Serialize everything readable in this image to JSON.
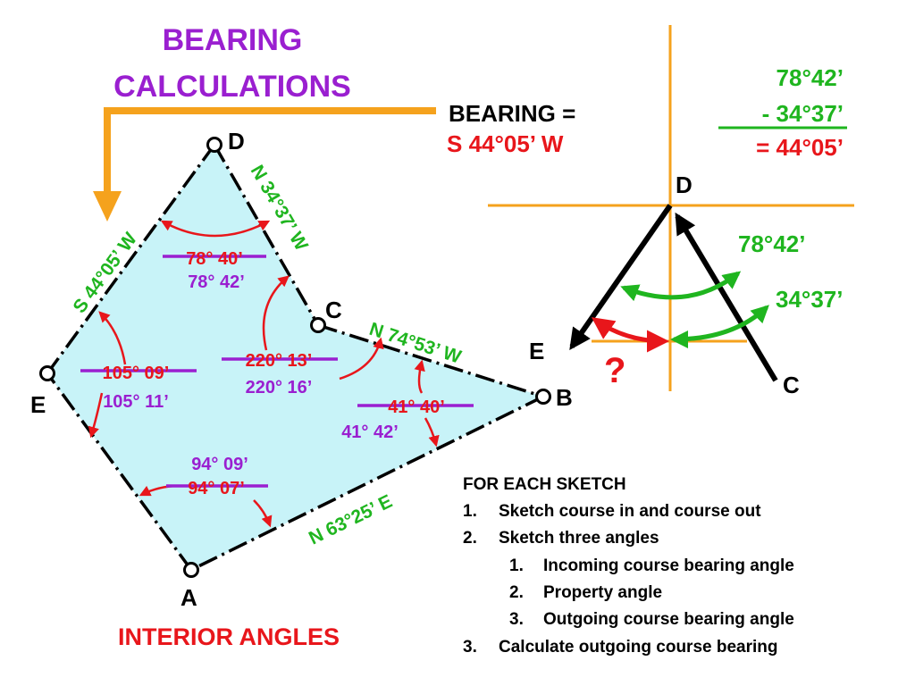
{
  "title": {
    "line1": "BEARING",
    "line2": "CALCULATIONS"
  },
  "bearing_result": {
    "label": "BEARING =",
    "value": "S 44°05’ W"
  },
  "calc": {
    "a": "78°42’",
    "b": "- 34°37’",
    "c": "=  44°05’"
  },
  "points": {
    "D": "D",
    "C": "C",
    "B": "B",
    "E": "E",
    "A": "A",
    "D2": "D",
    "E2": "E",
    "C2": "C"
  },
  "courses": {
    "de": "S 44°05’ W",
    "dc": "N 34°37’ W",
    "cb": "N 74°53’ W",
    "ab": "N 63°25’ E"
  },
  "angles": {
    "d_old": "78° 40’",
    "d_new": "78° 42’",
    "e_old": "105° 09’",
    "e_new": "105° 11’",
    "c_old": "220° 13’",
    "c_new": "220° 16’",
    "b_old": "41° 40’",
    "b_new": "41° 42’",
    "a_new": "94° 09’",
    "a_old": "94° 07’"
  },
  "right_angles": {
    "a1": "78°42’",
    "a2": "34°37’",
    "unknown": "?"
  },
  "footer": "INTERIOR ANGLES",
  "instructions": {
    "heading": "FOR EACH SKETCH",
    "items": [
      {
        "num": "1.",
        "text": "Sketch course in and course out"
      },
      {
        "num": "2.",
        "text": "Sketch three angles"
      },
      {
        "num": "1.",
        "text": "Incoming course bearing angle"
      },
      {
        "num": "2.",
        "text": "Property angle"
      },
      {
        "num": "3.",
        "text": "Outgoing course bearing angle"
      },
      {
        "num": "3.",
        "text": "Calculate outgoing course bearing"
      }
    ]
  },
  "colors": {
    "purple": "#9a1fd0",
    "red": "#e8161b",
    "green": "#1fb51f",
    "orange": "#f5a21d",
    "fill": "#c8f3f8",
    "black": "#000000"
  }
}
